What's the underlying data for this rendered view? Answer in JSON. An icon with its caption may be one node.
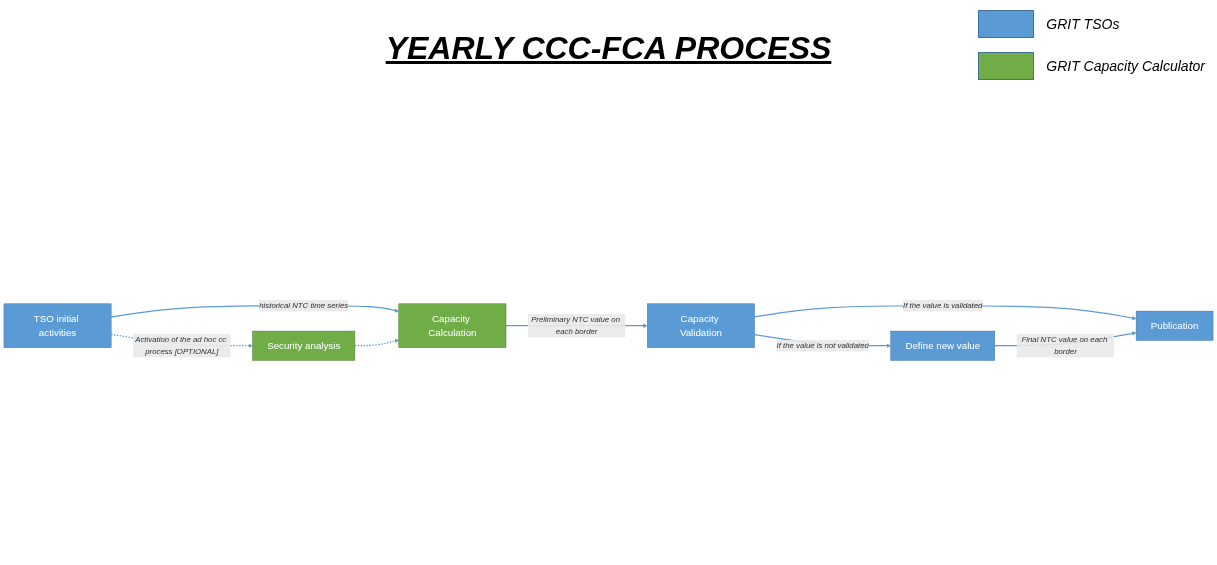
{
  "diagram": {
    "title": "YEARLY CCC-FCA PROCESS",
    "nodes": [
      {
        "text": [
          "TSO initial activities"
        ]
      },
      {
        "text": [
          "Capacity Calculation"
        ]
      },
      {
        "text": [
          "Security analysis"
        ]
      },
      {
        "text": [
          "Capacity Validation"
        ]
      },
      {
        "text": [
          "Define new value"
        ]
      },
      {
        "text": [
          "Publication"
        ]
      }
    ],
    "edges": [
      {
        "from": 0,
        "to": 1,
        "arrow": "to",
        "label": "historical NTC time series"
      },
      {
        "from": 0,
        "to": 2,
        "arrow": "to",
        "label": "Activation of the ad hoc cc process [OPTIONAL]",
        "style": "dashed"
      },
      {
        "from": 2,
        "to": 1,
        "arrow": "to",
        "style": "dashed"
      },
      {
        "from": 1,
        "to": 3,
        "arrow": "to",
        "label": "Preliminary NTC value on each border"
      },
      {
        "from": 3,
        "to": 4,
        "arrow": "to",
        "label": "If the value is not validated"
      },
      {
        "from": 3,
        "to": 5,
        "arrow": "to",
        "label": "If the value is validated"
      },
      {
        "from": 4,
        "to": 5,
        "arrow": "to",
        "label": "Final NTC value on each border"
      }
    ],
    "legend": [
      {
        "text": "GRIT TSOs",
        "color": "#5b9bd5"
      },
      {
        "text": "GRIT Capacity Calculator",
        "color": "#70ad47"
      }
    ]
  }
}
